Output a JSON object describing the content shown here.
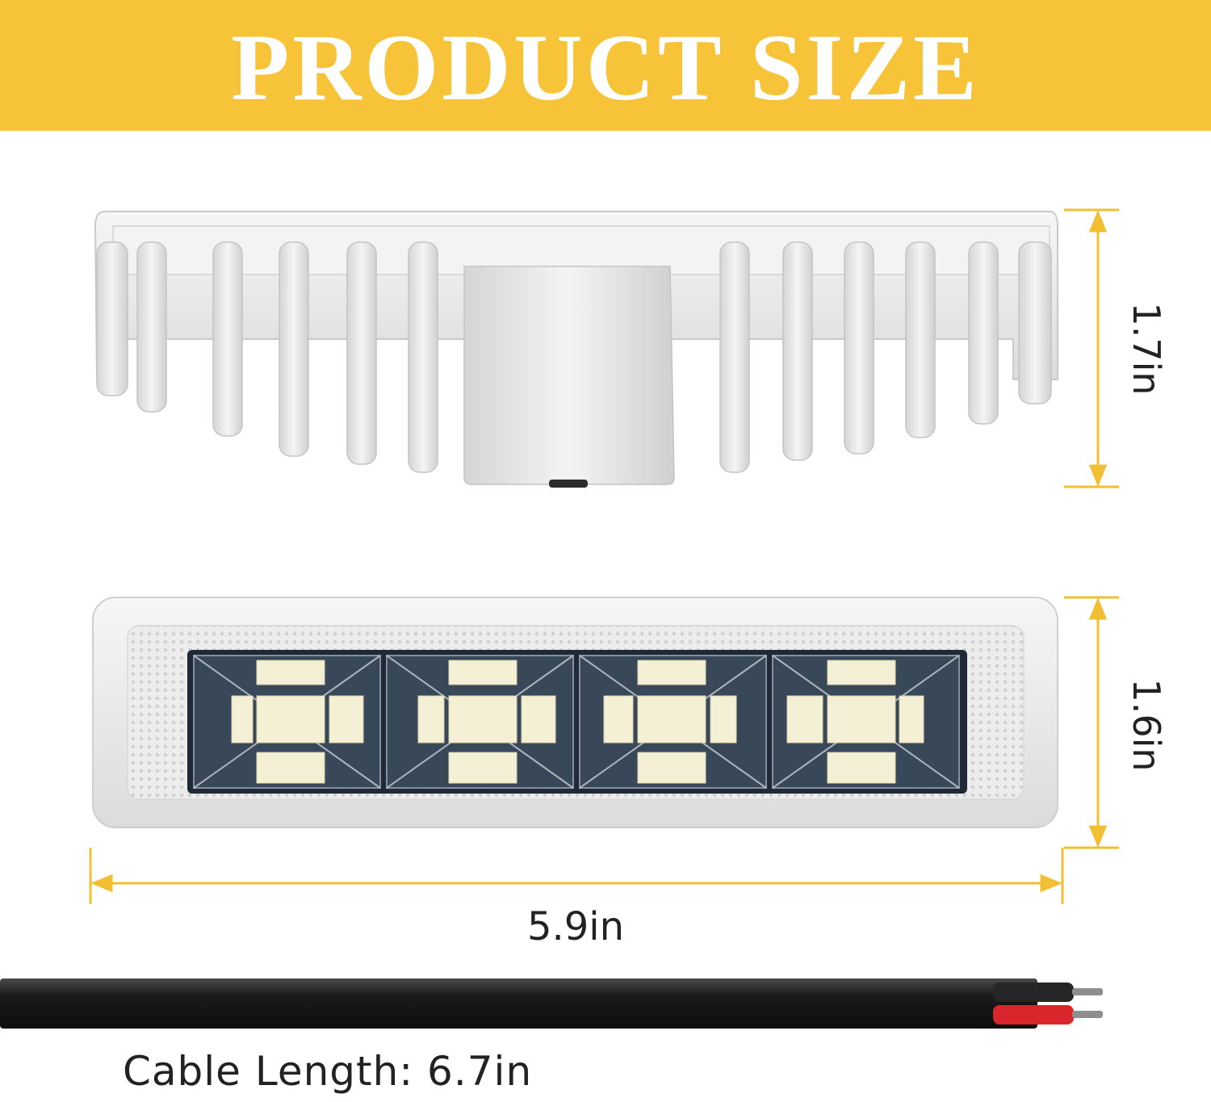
{
  "banner": {
    "title": "PRODUCT SIZE"
  },
  "dimensions": {
    "side_height": "1.7in",
    "front_height": "1.6in",
    "width": "5.9in",
    "cable": "Cable Length: 6.7in"
  },
  "colors": {
    "banner": "#f7c338",
    "dimension_lines": "#f2bf33",
    "housing": "#efefef",
    "led": "#f3f0d6",
    "cable": "#1f1f1f",
    "wire_red": "#d9262c"
  },
  "icons": [
    "led-light-bar-side-view",
    "led-light-bar-front-view",
    "power-cable"
  ]
}
